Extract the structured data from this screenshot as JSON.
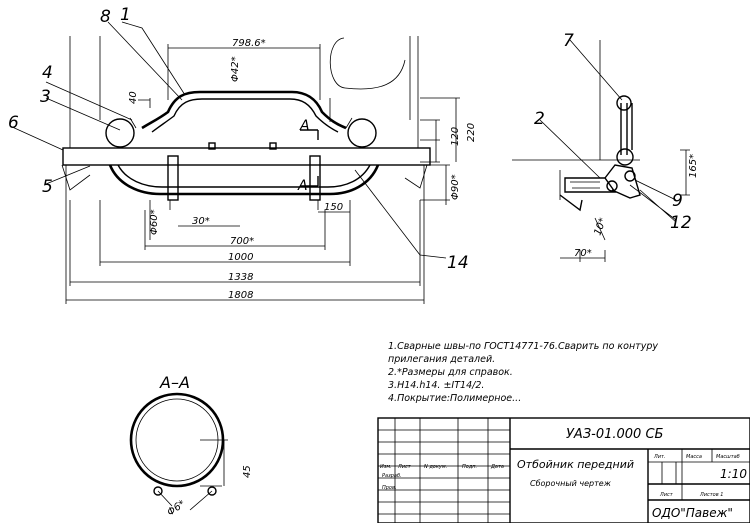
{
  "callouts": {
    "c1": "1",
    "c2": "2",
    "c3": "3",
    "c4": "4",
    "c5": "5",
    "c6": "6",
    "c7": "7",
    "c8": "8",
    "c9": "9",
    "c12": "12",
    "c14": "14"
  },
  "dimensions": {
    "d798": "798.6*",
    "phi42": "Φ42*",
    "d40": "40",
    "d120": "120",
    "d220": "220",
    "phi90": "Φ90*",
    "phi60": "Φ60*",
    "d30": "30*",
    "d150": "150",
    "d700": "700*",
    "d1000": "1000",
    "d1338": "1338",
    "d1808": "1808",
    "d165": "165*",
    "d10": "10*",
    "d70": "70*",
    "d45": "45",
    "phi6": "Φ6*",
    "sectionA": "A",
    "sectionA2": "A"
  },
  "section_title": "A–A",
  "notes": [
    "1.Сварные швы-по ГОСТ14771-76.Сварить по контуру",
    "прилегания деталей.",
    "2.*Размеры для справок.",
    "3.H14.h14. ±IT14/2.",
    "4.Покрытие:Полимерное..."
  ],
  "title_block": {
    "designation": "УАЗ-01.000 СБ",
    "name": "Отбойник передний",
    "doc_type": "Сборочный чертеж",
    "col_lit": "Лит.",
    "col_mass": "Масса",
    "col_scale": "Масштаб",
    "scale": "1:10",
    "row_izm": "Изм.",
    "row_list": "Лист",
    "row_ndoc": "N докум.",
    "row_podp": "Подп.",
    "row_data": "Дата",
    "row_razrab": "Разраб.",
    "row_prov": "Пров.",
    "sheet": "Лист",
    "sheets": "Листов 1",
    "company": "ОДО\"Павеж\""
  }
}
